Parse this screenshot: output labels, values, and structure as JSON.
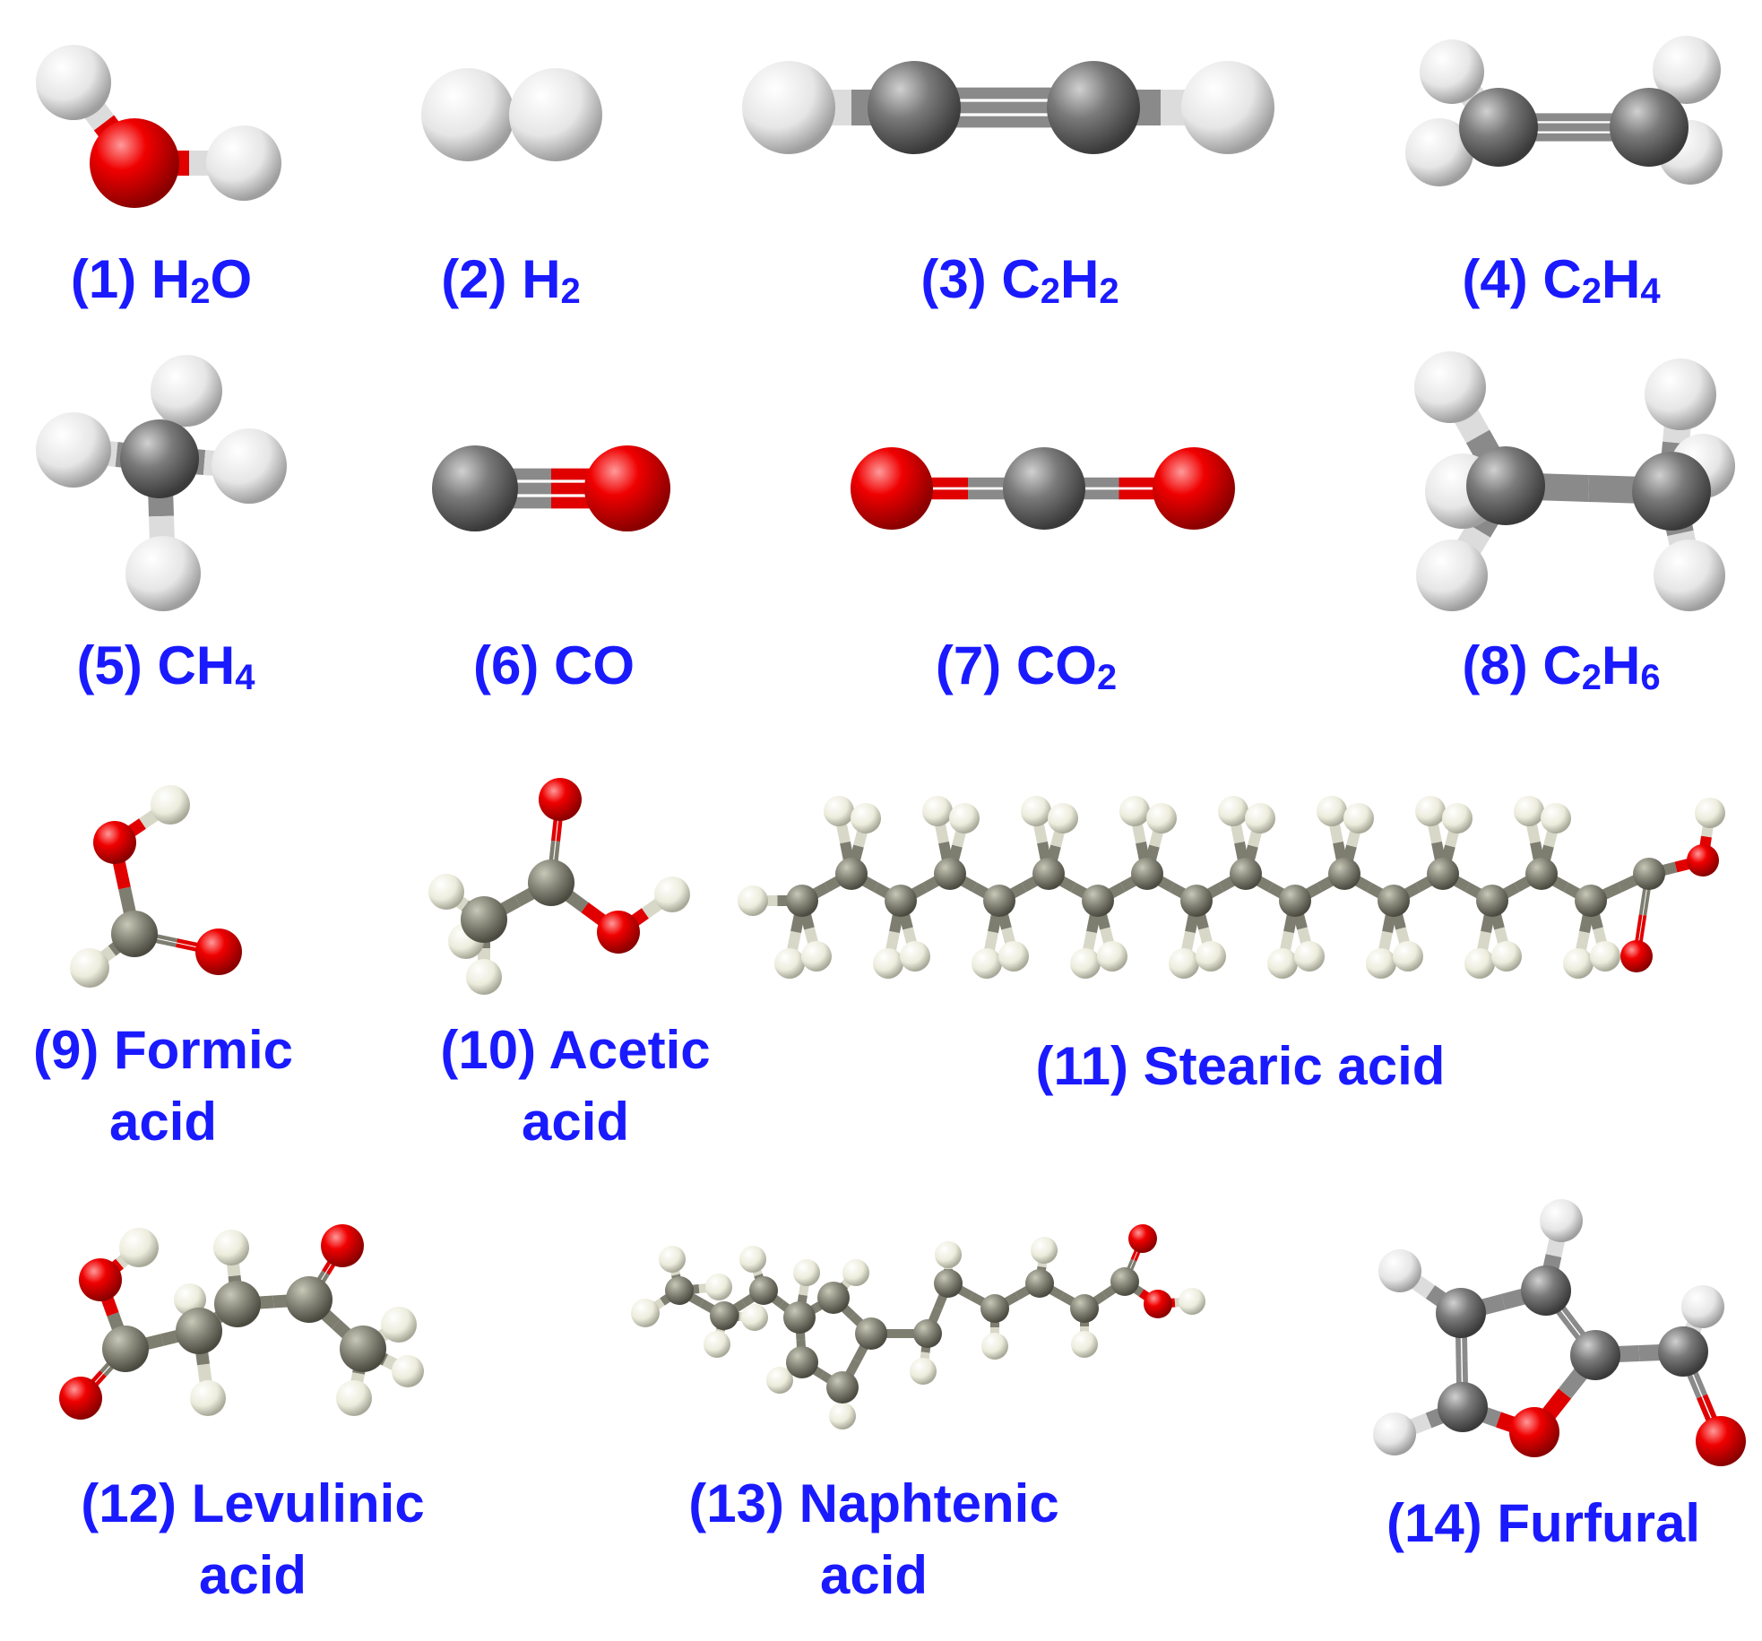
{
  "colors": {
    "label": "#1a1aff",
    "oxygen": "#e80000",
    "carbon": "#808080",
    "hydrogen": "#f2f2f2",
    "bond": "#9a9a9a"
  },
  "molecules": [
    {
      "id": "m1",
      "num": "(1)",
      "name": "H",
      "sub": "2",
      "rest": "O"
    },
    {
      "id": "m2",
      "num": "(2)",
      "name": "H",
      "sub": "2",
      "rest": ""
    },
    {
      "id": "m3",
      "num": "(3)",
      "name": "C",
      "sub": "2",
      "rest": "H",
      "sub2": "2"
    },
    {
      "id": "m4",
      "num": "(4)",
      "name": "C",
      "sub": "2",
      "rest": "H",
      "sub2": "4"
    },
    {
      "id": "m5",
      "num": "(5)",
      "name": "CH",
      "sub": "4",
      "rest": ""
    },
    {
      "id": "m6",
      "num": "(6)",
      "name": "CO",
      "sub": "",
      "rest": ""
    },
    {
      "id": "m7",
      "num": "(7)",
      "name": "CO",
      "sub": "2",
      "rest": ""
    },
    {
      "id": "m8",
      "num": "(8)",
      "name": "C",
      "sub": "2",
      "rest": "H",
      "sub2": "6"
    },
    {
      "id": "m9",
      "num": "(9)",
      "line1": "Formic",
      "line2": "acid"
    },
    {
      "id": "m10",
      "num": "(10)",
      "line1": "Acetic",
      "line2": "acid"
    },
    {
      "id": "m11",
      "num": "(11)",
      "line1": "Stearic acid"
    },
    {
      "id": "m12",
      "num": "(12)",
      "line1": "Levulinic",
      "line2": "acid"
    },
    {
      "id": "m13",
      "num": "(13)",
      "line1": "Naphtenic",
      "line2": "acid"
    },
    {
      "id": "m14",
      "num": "(14)",
      "line1": "Furfural"
    }
  ]
}
